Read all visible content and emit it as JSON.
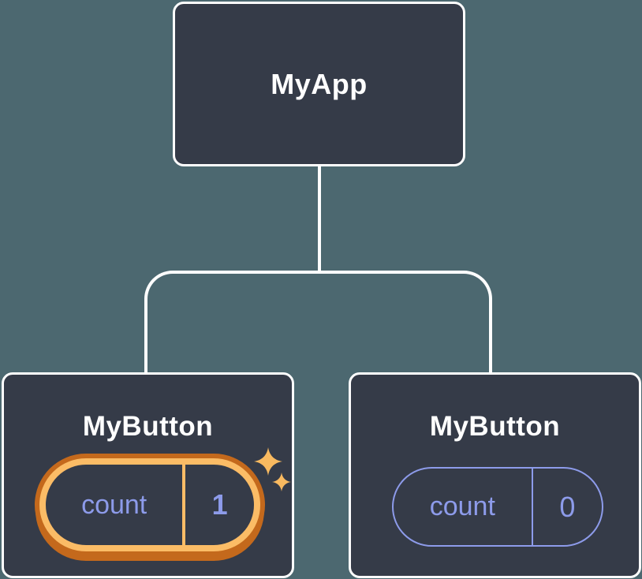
{
  "colors": {
    "background": "#4C6870",
    "node_fill": "#353B48",
    "line": "#FFFFFF",
    "text_primary": "#FFFFFF",
    "purple": "#8D9BEA",
    "orange_light": "#FBBC66",
    "orange_dark": "#C4691C",
    "sparkle": "#F9BA60"
  },
  "tree": {
    "root": {
      "label": "MyApp"
    },
    "children": [
      {
        "label": "MyButton",
        "state": {
          "key": "count",
          "value": "1"
        },
        "highlighted": true
      },
      {
        "label": "MyButton",
        "state": {
          "key": "count",
          "value": "0"
        },
        "highlighted": false
      }
    ]
  }
}
